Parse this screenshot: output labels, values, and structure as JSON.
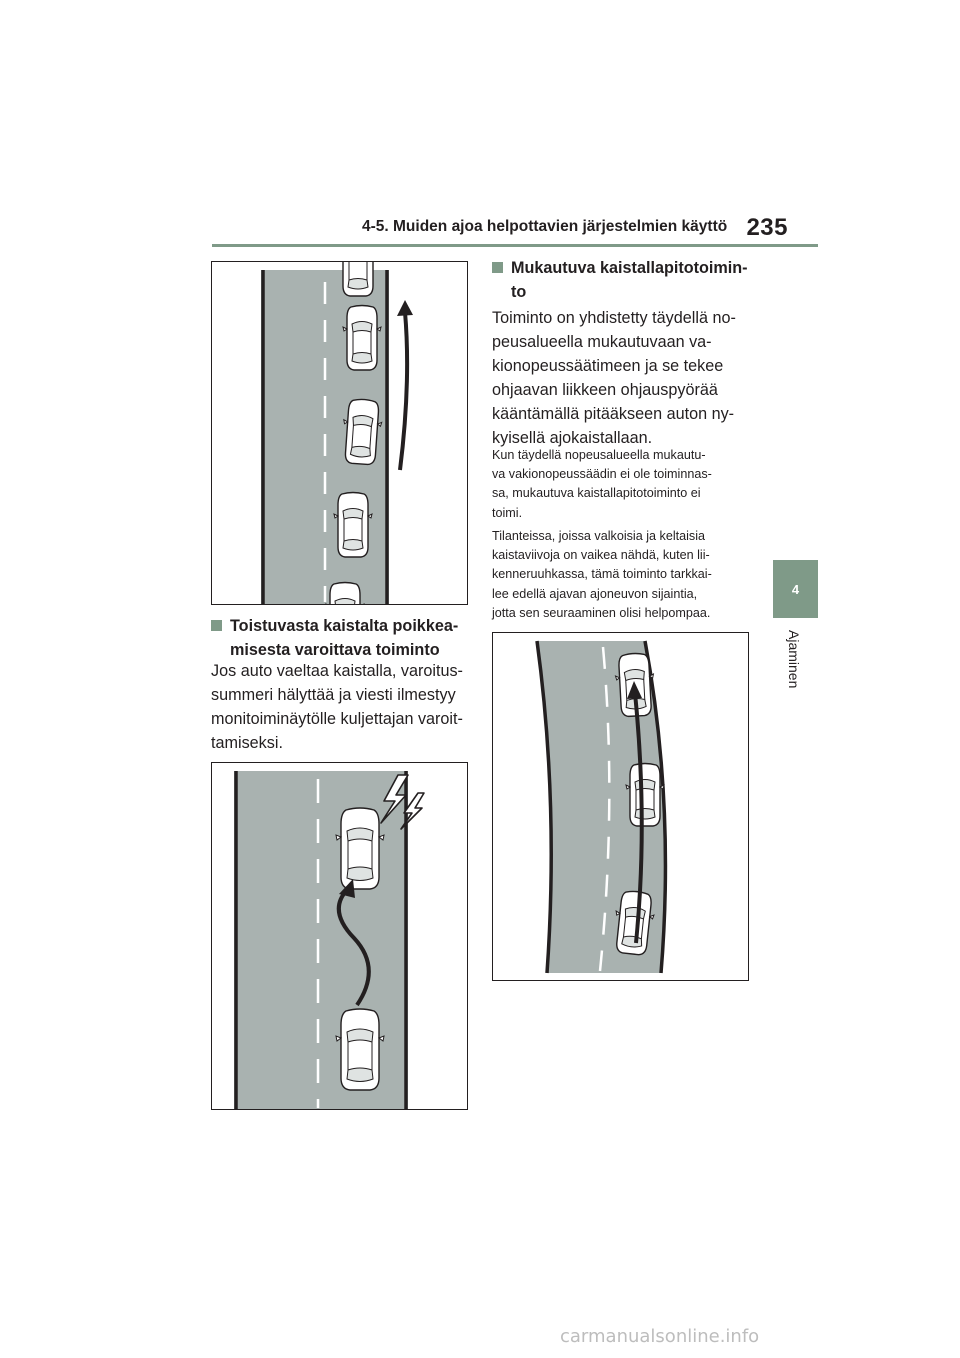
{
  "header": {
    "title": "4-5. Muiden ajoa helpottavien järjestelmien käyttö",
    "page_number": "235"
  },
  "side": {
    "chapter_number": "4",
    "chapter_label": "Ajaminen"
  },
  "left_column": {
    "heading_lines": [
      "Toistuvasta kaistalta poikkea-",
      "misesta varoittava toiminto"
    ],
    "body_lines": [
      "Jos auto vaeltaa kaistalla, varoitus-",
      "summeri hälyttää ja viesti ilmestyy",
      "monitoiminäytölle kuljettajan varoit-",
      "tamiseksi."
    ]
  },
  "right_column": {
    "heading_lines": [
      "Mukautuva kaistallapitotoimin-",
      "to"
    ],
    "body_lines": [
      "Toiminto on yhdistetty täydellä no-",
      "peusalueella mukautuvaan va-",
      "kionopeussäätimeen ja se tekee",
      "ohjaavan liikkeen ohjauspyörää",
      "kääntämällä pitääkseen auton ny-",
      "kyisellä ajokaistallaan."
    ],
    "note1_lines": [
      "Kun täydellä nopeusalueella mukautu-",
      "va vakionopeussäädin ei ole toiminnas-",
      "sa, mukautuva kaistallapitotoiminto ei",
      "toimi."
    ],
    "note2_lines": [
      "Tilanteissa, joissa valkoisia ja keltaisia",
      "kaistaviivoja on vaikea nähdä, kuten lii-",
      "kenneruuhkassa, tämä toiminto tarkkai-",
      "lee edellä ajavan ajoneuvon sijaintia,",
      "jotta sen seuraaminen olisi helpompaa."
    ]
  },
  "figures": [
    {
      "id": "figure-lane-following-cars",
      "road_color": "#a9b2b0"
    },
    {
      "id": "figure-lane-departure",
      "road_color": "#a9b2b0"
    },
    {
      "id": "figure-curved-lane-tracking",
      "road_color": "#a9b2b0"
    }
  ],
  "footer": {
    "watermark": "carmanualsonline.info"
  }
}
